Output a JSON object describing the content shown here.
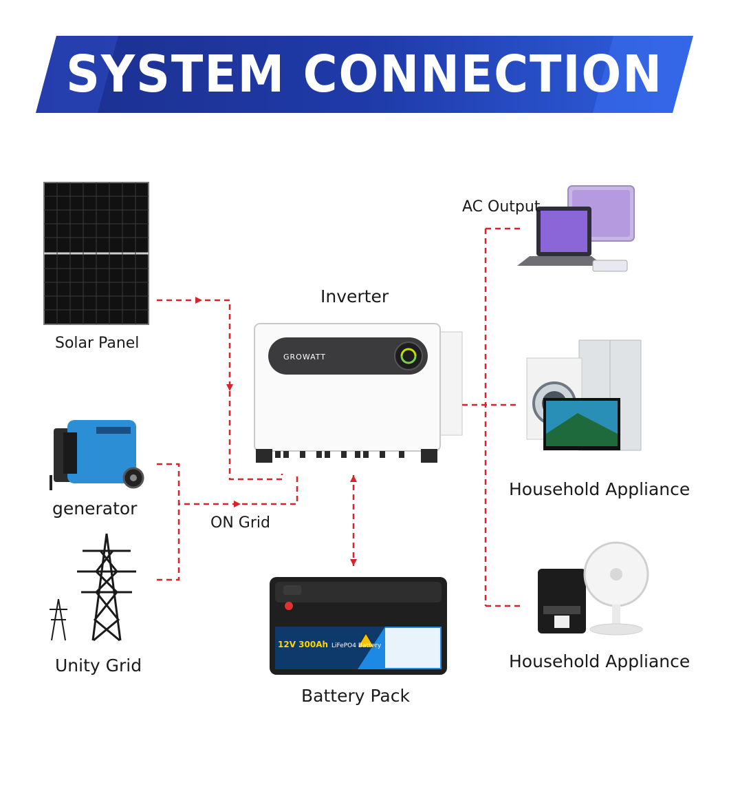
{
  "banner": {
    "title": "SYSTEM CONNECTION"
  },
  "nodes": {
    "solar_panel": "Solar Panel",
    "inverter": "Inverter",
    "inverter_brand": "GROWATT",
    "generator": "generator",
    "on_grid": "ON Grid",
    "unity_grid": "Unity Grid",
    "battery_pack": "Battery Pack",
    "battery_model": "12V 300Ah",
    "battery_type": "LiFePO4 Battery",
    "ac_output": "AC Output",
    "household_appliance_1": "Household Appliance",
    "household_appliance_2": "Household Appliance"
  },
  "colors": {
    "banner_dark": "#1c2f8f",
    "banner_light": "#2f5fe0",
    "connector": "#d8232a",
    "battery_accent": "#1e88e5",
    "generator_blue": "#2c8fd6"
  },
  "icons": [
    "solar-panel-icon",
    "inverter-icon",
    "generator-icon",
    "transmission-tower-icon",
    "battery-icon",
    "laptop-tablet-icon",
    "washer-fridge-tv-icon",
    "coffee-machine-fan-icon"
  ]
}
